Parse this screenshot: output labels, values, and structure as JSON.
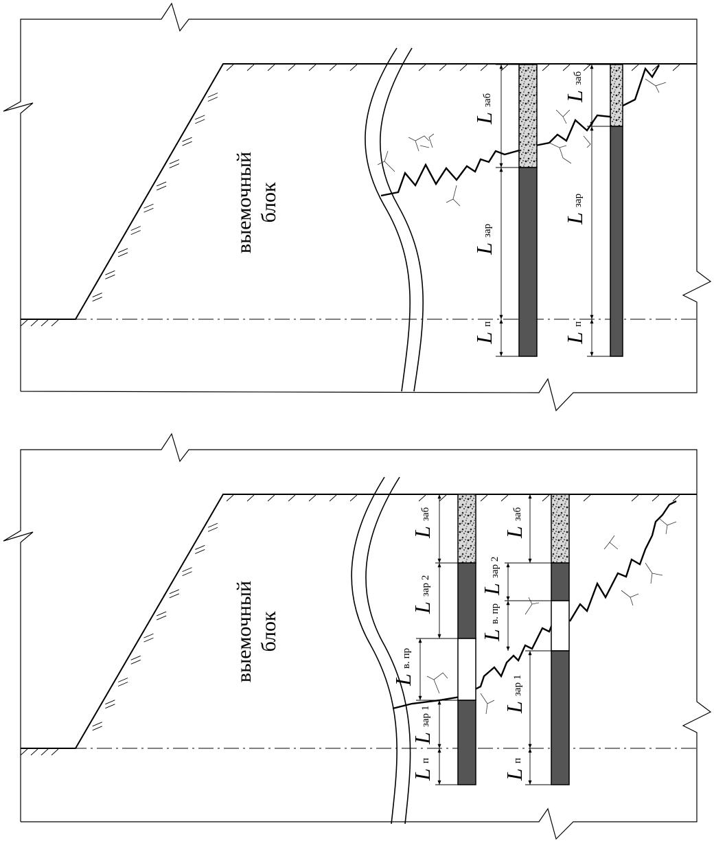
{
  "block_label": {
    "line1": "выемочный",
    "line2": "блок"
  },
  "symbol": "L",
  "subscripts": {
    "stemming": "заб",
    "charge": "зар",
    "subdrill": "п",
    "charge_lower": "зар 1",
    "charge_upper": "зар 2",
    "air_gap": "в. пр"
  },
  "colors": {
    "charge": "#555555",
    "air_gap": "#ffffff",
    "line": "#000000"
  }
}
